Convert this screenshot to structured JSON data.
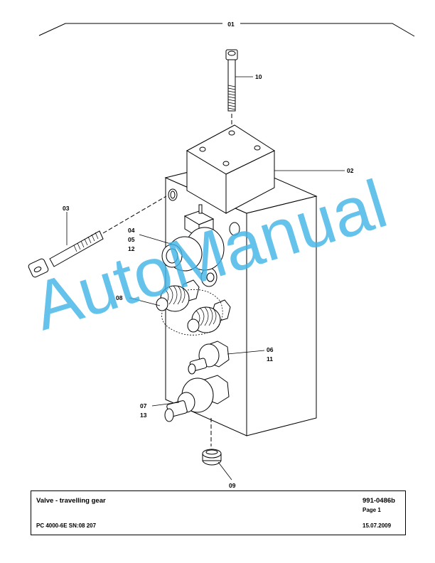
{
  "callouts": {
    "c01": "01",
    "c02": "02",
    "c03": "03",
    "c04": "04",
    "c05": "05",
    "c06": "06",
    "c07": "07",
    "c08": "08",
    "c09": "09",
    "c10": "10",
    "c11": "11",
    "c12": "12",
    "c13": "13"
  },
  "watermark": "AutoManual",
  "title_block": {
    "title": "Valve - travelling gear",
    "part_number": "991-0486b",
    "page": "Page 1",
    "model": "PC 4000-6E SN:08 207",
    "date": "15.07.2009"
  },
  "colors": {
    "watermark": "#43b4e6",
    "line": "#000000"
  }
}
